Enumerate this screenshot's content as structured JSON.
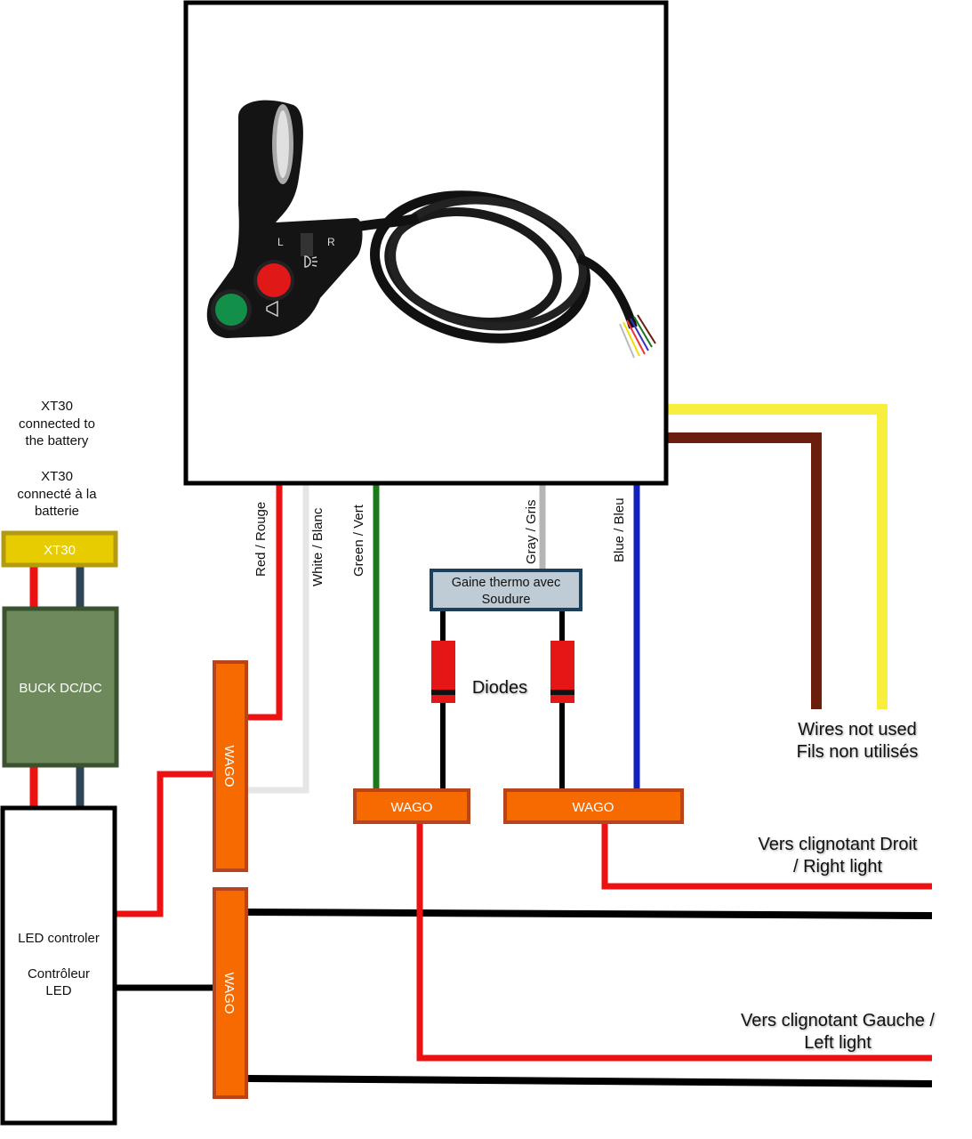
{
  "labels": {
    "xt30_note_en": [
      "XT30",
      "connected to",
      "the battery"
    ],
    "xt30_note_fr": [
      "XT30",
      "connecté à la",
      "batterie"
    ],
    "xt30_box": "XT30",
    "buck_box": "BUCK DC/DC",
    "led_controller_en": "LED controler",
    "led_controller_fr": [
      "Contrôleur",
      "LED"
    ],
    "wago": "WAGO",
    "heat_shrink": [
      "Gaine thermo avec",
      "Soudure"
    ],
    "diodes": "Diodes",
    "wires_not_used": [
      "Wires not used",
      "Fils non utilisés"
    ],
    "right_light": [
      "Vers clignotant Droit",
      "/ Right light"
    ],
    "left_light": [
      "Vers clignotant Gauche /",
      "Left light"
    ]
  },
  "wires": {
    "red": "Red / Rouge",
    "white": "White / Blanc",
    "green": "Green / Vert",
    "gray": "Gray / Gris",
    "blue": "Blue / Bleu"
  },
  "switch_markings": {
    "left": "L",
    "right": "R"
  },
  "colors": {
    "red": "#ee1111",
    "white": "#e6e6e6",
    "green": "#1a7a1a",
    "gray": "#b5b5b5",
    "blue": "#1122bb",
    "yellow": "#f7ee3e",
    "brown": "#6b1e0b",
    "black": "#000000",
    "navy": "#2f4455",
    "wago_fill": "#f76a00",
    "wago_border": "#b8441e",
    "xt30_fill": "#e6cc00",
    "xt30_border": "#b39a10",
    "buck_fill": "#6e8a5c",
    "buck_border": "#3a5230",
    "heat_shrink_fill": "#c0ccd5",
    "heat_shrink_border": "#1d3f5a"
  },
  "icons": [
    "handlebar-switch-photo",
    "diode-icon",
    "horn-icon",
    "headlight-icon"
  ]
}
